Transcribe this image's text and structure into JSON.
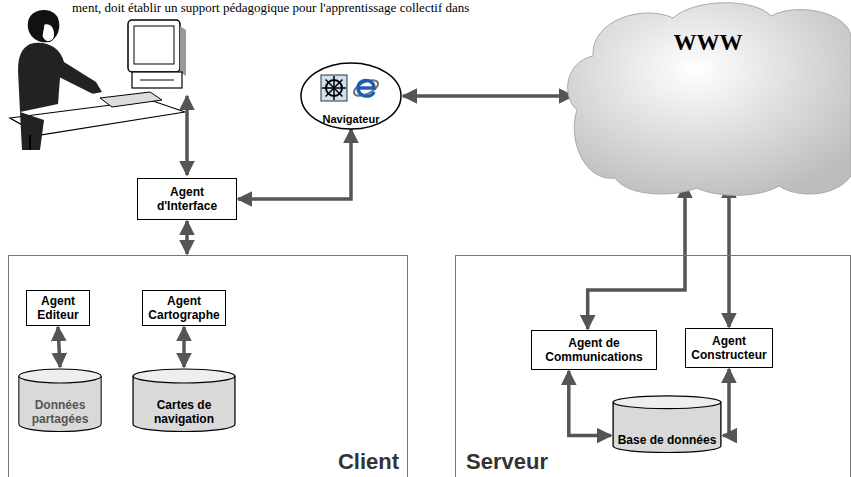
{
  "diagram": {
    "nodes": [
      {
        "text": [
          "Navigateur"
        ]
      },
      {
        "text": [
          "WWW"
        ]
      },
      {
        "text": [
          "Agent d'Interface"
        ]
      },
      {
        "text": [
          "Client"
        ]
      },
      {
        "text": [
          "Agent Editeur"
        ],
        "in": 3
      },
      {
        "text": [
          "Agent Cartographe"
        ],
        "in": 3
      },
      {
        "text": [
          "Données partagées"
        ],
        "in": 3
      },
      {
        "text": [
          "Cartes de navigation"
        ],
        "in": 3
      },
      {
        "text": [
          "Serveur"
        ]
      },
      {
        "text": [
          "Agent de Communications"
        ],
        "in": 8
      },
      {
        "text": [
          "Agent Constructeur"
        ],
        "in": 8
      },
      {
        "text": [
          "Base de données"
        ],
        "in": 8
      }
    ],
    "edges": [
      {
        "from": 0,
        "to": 1,
        "arrow": "both"
      },
      {
        "from": 2,
        "to": 0,
        "arrow": "both"
      },
      {
        "from": 2,
        "to": 3,
        "arrow": "both"
      },
      {
        "from": 4,
        "to": 6,
        "arrow": "both"
      },
      {
        "from": 5,
        "to": 7,
        "arrow": "both"
      },
      {
        "from": 9,
        "to": 1,
        "arrow": "both"
      },
      {
        "from": 10,
        "to": 1,
        "arrow": "both"
      },
      {
        "from": 9,
        "to": 11,
        "arrow": "both"
      },
      {
        "from": 10,
        "to": 11,
        "arrow": "both"
      }
    ],
    "labels": [
      "ment, doit établir un support pédagogique pour l'apprentissage collectif dans"
    ]
  }
}
